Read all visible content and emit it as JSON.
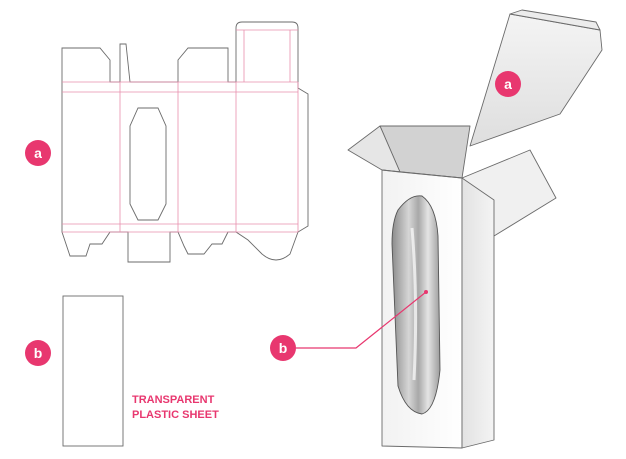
{
  "labels": {
    "a_left": "a",
    "b_left": "b",
    "a_box": "a",
    "b_box": "b"
  },
  "caption": {
    "line1": "TRANSPARENT",
    "line2": "PLASTIC SHEET"
  },
  "colors": {
    "accent": "#e8376f",
    "cut_line": "#6b6b6b",
    "fold_line": "#e88fae",
    "box_face_light": "#f7f7f7",
    "box_face_shade": "#dcdcdc",
    "window_glass": "#9a9a9a"
  }
}
